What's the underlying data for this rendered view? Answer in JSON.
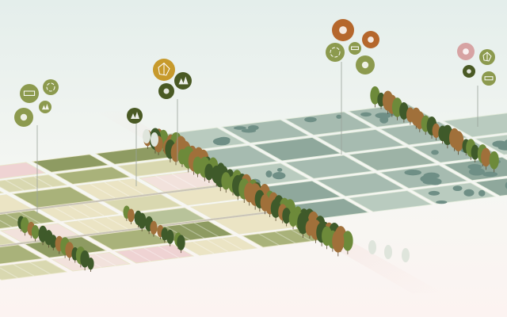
{
  "colors": {
    "sky_top": "#e6efec",
    "sky_bottom": "#f7f7f2",
    "ground_bottom": "#fbf3f1",
    "olive": "#8c9a4e",
    "gold": "#c79a2c",
    "brown": "#b5672c",
    "dark_green": "#4a5a24",
    "pink_icon": "#d7a3a3",
    "tree_dark": "#3f5a2a",
    "tree_mid": "#6d8a3a",
    "road": "#c9c3b6",
    "field_palette": [
      "#8e9b62",
      "#a9b27a",
      "#efd3d3",
      "#ebe4c4",
      "#d9d8b0",
      "#b8c39a",
      "#f2e2dc"
    ],
    "water_field_palette": [
      "#8fa89c",
      "#a6bbb0",
      "#b9cbbf",
      "#9db3a6"
    ],
    "pond": "#6f8f86"
  },
  "icon_clusters": [
    {
      "name": "cluster-west",
      "icons": [
        "bench-icon",
        "cycle-icon",
        "trees-icon",
        "flowers-icon"
      ]
    },
    {
      "name": "cluster-center",
      "icons": [
        "network-icon",
        "trees-icon",
        "flower-icon"
      ]
    },
    {
      "name": "cluster-small",
      "icons": [
        "hills-icon"
      ]
    },
    {
      "name": "cluster-north",
      "icons": [
        "idea-icon",
        "hand-gear-icon",
        "cycle-icon",
        "bench-icon",
        "flowers-icon"
      ]
    },
    {
      "name": "cluster-east",
      "icons": [
        "walk-icon",
        "map-icon",
        "flower-icon",
        "bench-icon"
      ]
    }
  ]
}
